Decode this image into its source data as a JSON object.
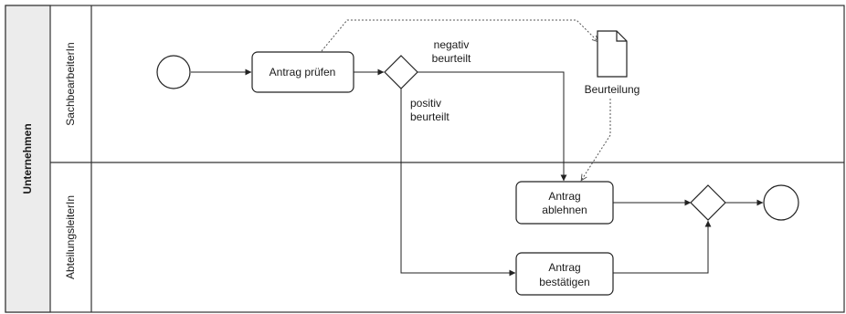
{
  "pool": {
    "label": "Unternehmen",
    "header_color": "#ececec"
  },
  "lanes": [
    {
      "id": "lane-sachbearbeiter",
      "label": "SachbearbeiterIn"
    },
    {
      "id": "lane-abteilungsleiter",
      "label": "AbteilungsleiterIn"
    }
  ],
  "tasks": {
    "pruefen": {
      "lines": [
        "Antrag prüfen"
      ]
    },
    "ablehnen": {
      "lines": [
        "Antrag",
        "ablehnen"
      ]
    },
    "bestaetigen": {
      "lines": [
        "Antrag",
        "bestätigen"
      ]
    }
  },
  "data_object": {
    "label": "Beurteilung"
  },
  "flow_labels": {
    "negativ": [
      "negativ",
      "beurteilt"
    ],
    "positiv": [
      "positiv",
      "beurteilt"
    ]
  },
  "colors": {
    "stroke": "#222222",
    "association": "#555555"
  }
}
